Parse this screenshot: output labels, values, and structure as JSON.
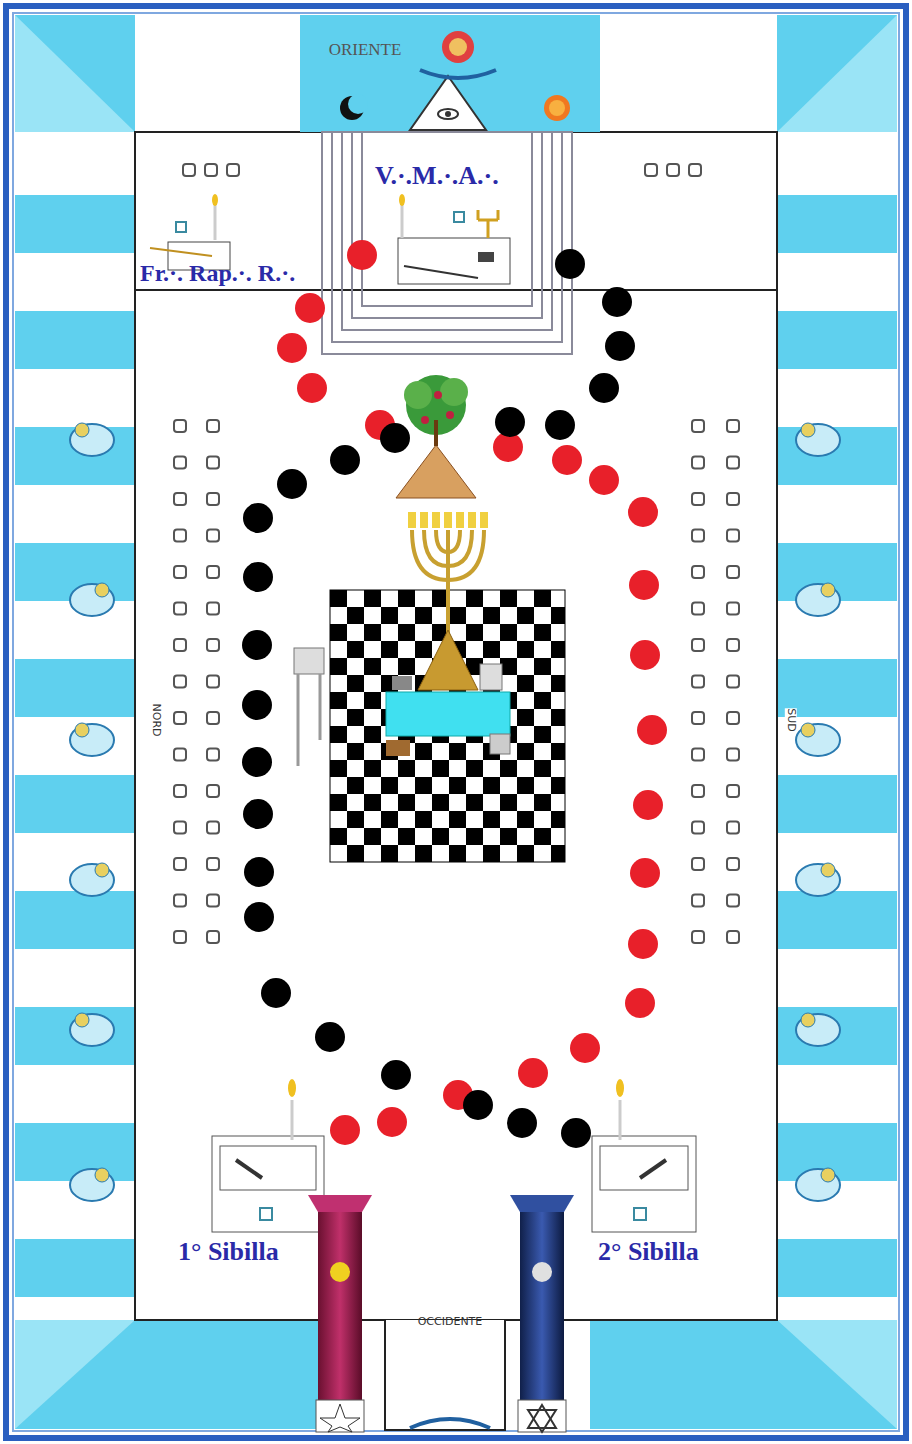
{
  "diagram": {
    "labels": [
      "ORIENTE",
      "V.·.M.·.A.·.",
      "Fr.·. Rap.·. R.·.",
      "NORD",
      "SUD",
      "1° Sibilla",
      "2° Sibilla",
      "OCCIDENTE"
    ]
  }
}
